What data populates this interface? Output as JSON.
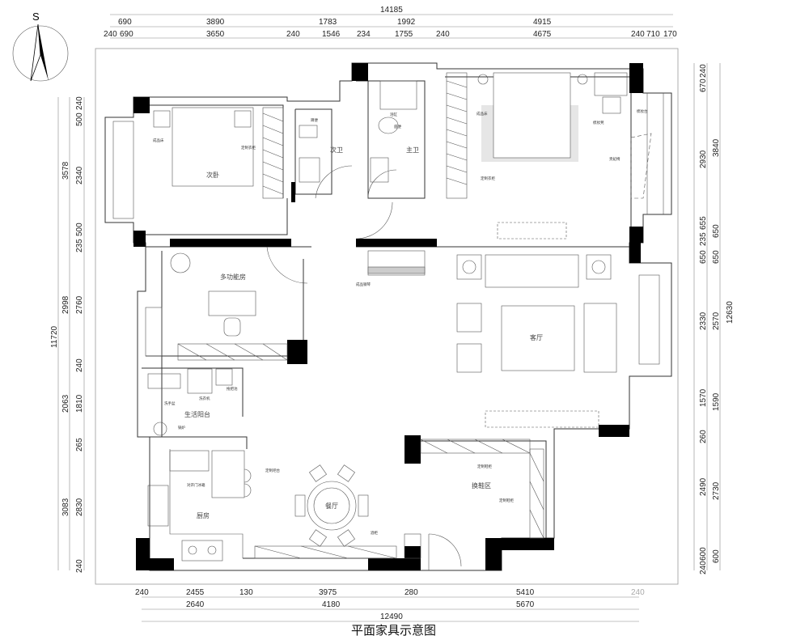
{
  "title": "平面家具示意图",
  "compass": {
    "label": "S"
  },
  "dimensions": {
    "top": {
      "total": "14185",
      "row2": [
        "690",
        "3890",
        "1783",
        "1992",
        "4915"
      ],
      "row3": [
        "240",
        "690",
        "3650",
        "240",
        "1546",
        "234",
        "1755",
        "240",
        "4675",
        "240",
        "710",
        "170"
      ]
    },
    "bottom": {
      "row1": [
        "240",
        "2455",
        "130",
        "3975",
        "280",
        "5410",
        "240"
      ],
      "row2": [
        "2640",
        "4180",
        "5670"
      ],
      "total": "12490"
    },
    "left": {
      "total": "11720",
      "outer": [
        "3578",
        "2998",
        "2063",
        "3083"
      ],
      "inner": [
        "240",
        "500",
        "2340",
        "500",
        "235",
        "2760",
        "240",
        "1810",
        "265",
        "2830",
        "240"
      ]
    },
    "right": {
      "total": "12630",
      "inner": [
        "240",
        "670",
        "2930",
        "655",
        "235",
        "650",
        "2330",
        "1570",
        "260",
        "2490",
        "600",
        "240"
      ],
      "outer": [
        "3840",
        "650",
        "650",
        "2570",
        "1590",
        "2730",
        "600"
      ]
    }
  },
  "rooms": {
    "second_bedroom": "次卧",
    "second_bath": "次卫",
    "master_bath": "主卫",
    "multifunction": "多功能房",
    "living_room": "客厅",
    "utility_balcony": "生活阳台",
    "kitchen": "厨房",
    "dining": "餐厅",
    "entry": "换鞋区"
  },
  "notes": {
    "bed_2": "成品床",
    "wardrobe_2": "定制衣柜",
    "squat_toilet": "蹲便",
    "bathtub": "浴缸",
    "toilet": "座便",
    "bed_master": "成品床",
    "wardrobe_master": "定制衣柜",
    "vanity": "梳妆台",
    "vanity_stool": "梳妆凳",
    "chaise": "贵妃椅",
    "piano": "成品钢琴",
    "wash_basin": "洗手盆",
    "washer": "洗衣机",
    "mop_sink": "拖把池",
    "boiler": "锅炉",
    "fridge": "对开门冰箱",
    "bar": "定制吧台",
    "wine_cabinet": "酒柜",
    "shoe_cabinet_1": "定制鞋柜",
    "shoe_cabinet_2": "定制鞋柜"
  }
}
